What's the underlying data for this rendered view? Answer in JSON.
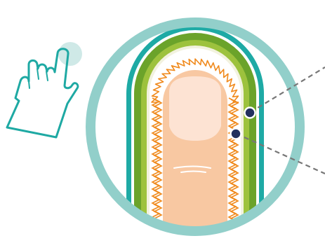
{
  "illustration": {
    "subject": "fingertip-cross-section",
    "icons": [
      "hand-pointing-icon",
      "touch-point-icon"
    ],
    "markers": [
      {
        "name": "marker-upper"
      },
      {
        "name": "marker-lower"
      }
    ]
  },
  "colors": {
    "ring": "#92cfca",
    "teal": "#1eaaa5",
    "green_outer": "#6ba32a",
    "green_inner": "#9dc23d",
    "pale_layer": "#f2f2df",
    "coil": "#f08a1d",
    "skin": "#f8c8a2",
    "nail": "#fde3d3",
    "marker": "#22305d",
    "dash": "#777777",
    "hand_stroke": "#1ea9a3",
    "touch_point": "#cfe9e7"
  }
}
